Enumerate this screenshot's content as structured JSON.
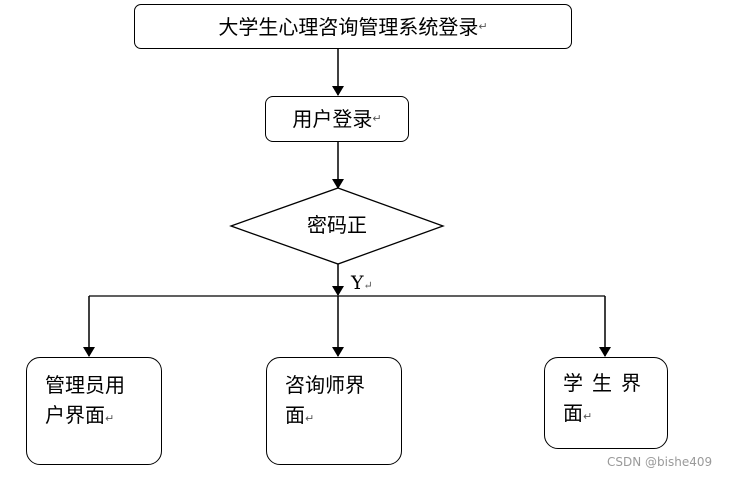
{
  "title": "大学生心理咨询管理系统登录",
  "login": "用户登录",
  "decision": "密码正",
  "branch_yes": "Y",
  "paragraph_mark": "↵",
  "outputs": {
    "admin": {
      "line1": "管理员用",
      "line2": "户界面"
    },
    "counselor": {
      "line1": "咨询师界",
      "line2": "面"
    },
    "student": {
      "line1": "学生界",
      "line2": "面"
    }
  },
  "watermark": "CSDN @bishe409"
}
